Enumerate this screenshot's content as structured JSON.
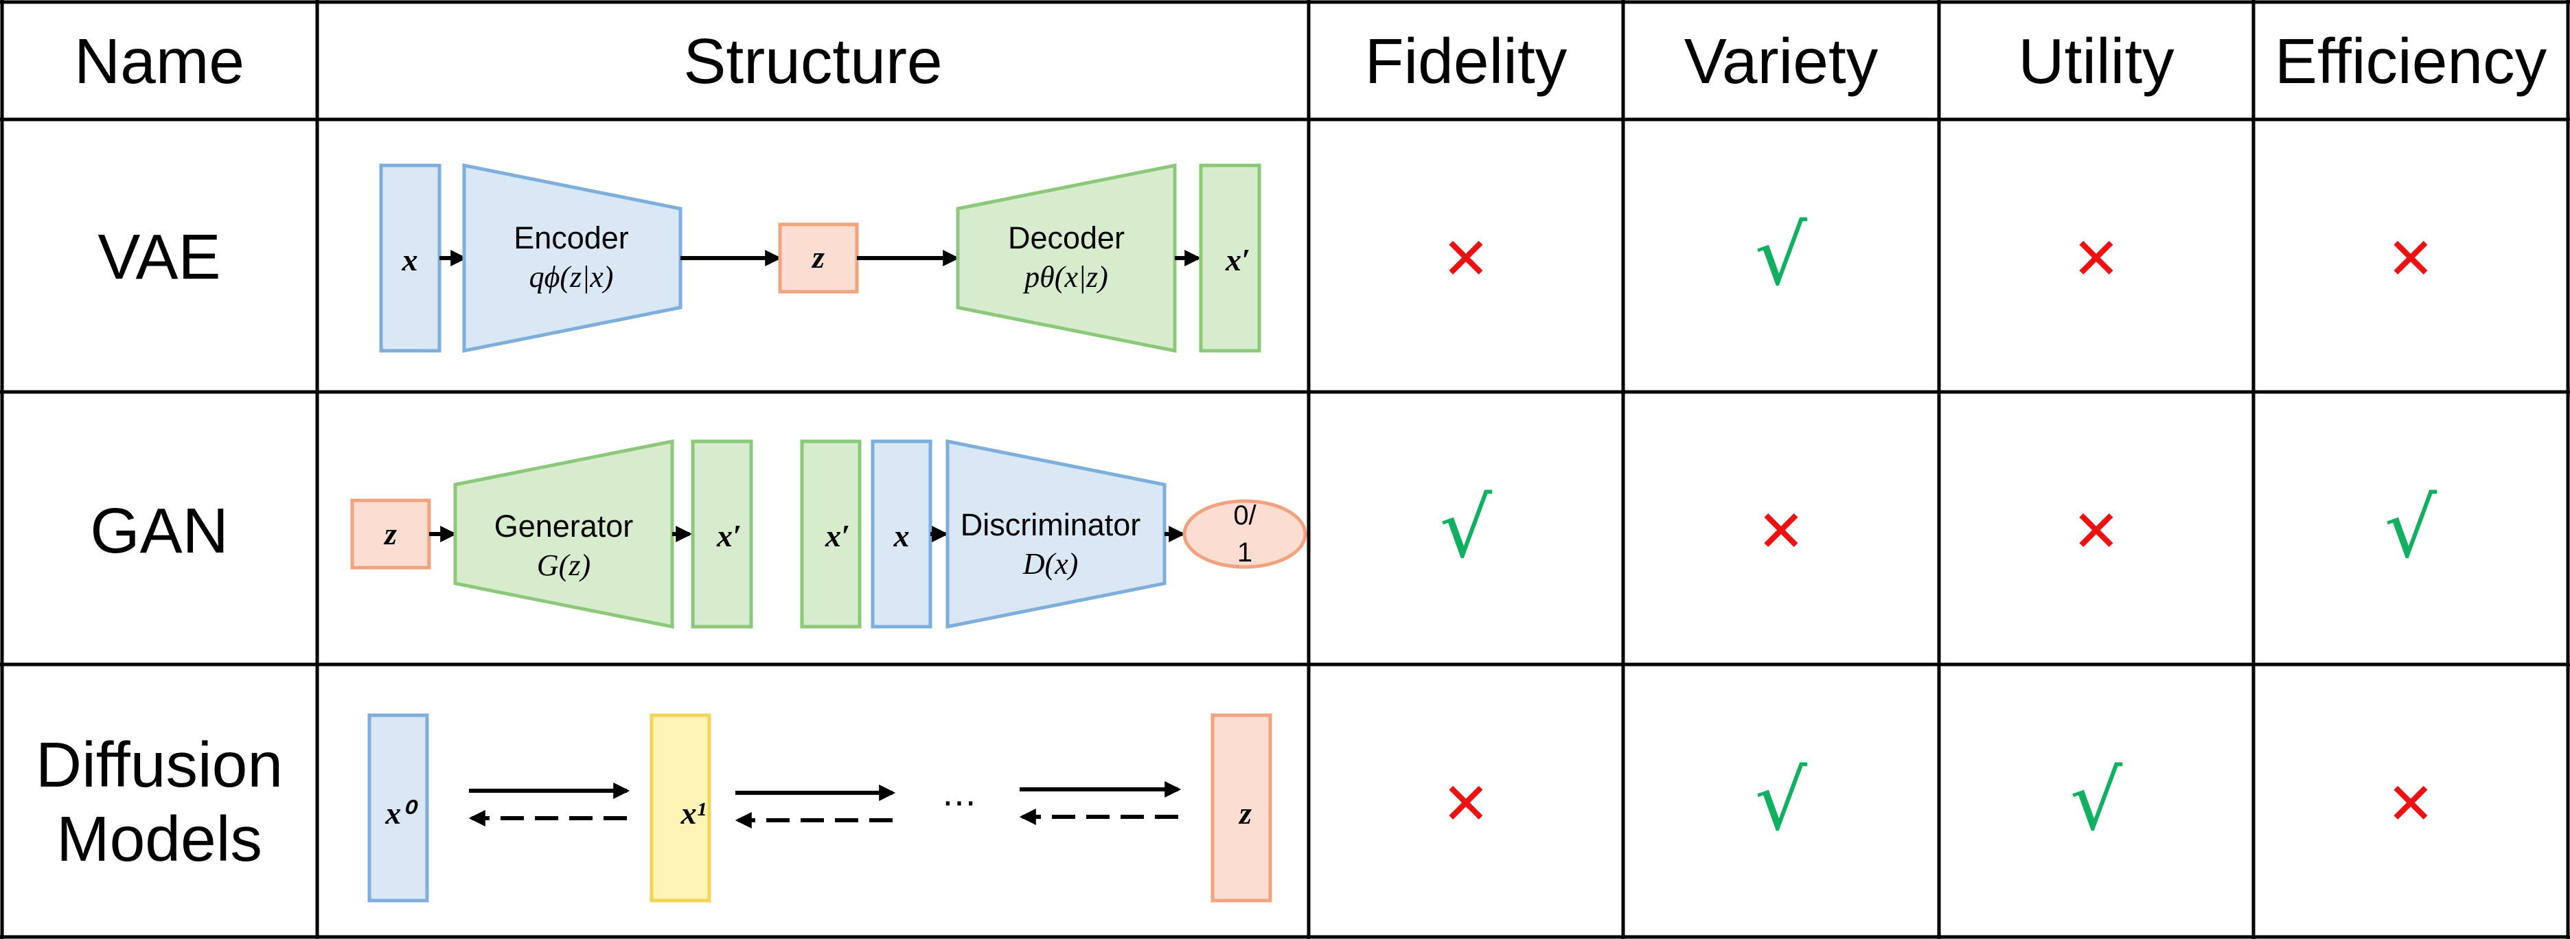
{
  "table": {
    "headers": [
      "Name",
      "Structure",
      "Fidelity",
      "Variety",
      "Utility",
      "Efficiency"
    ],
    "rows": [
      {
        "name": [
          "VAE"
        ],
        "marks": [
          "✕",
          "√",
          "✕",
          "✕"
        ]
      },
      {
        "name": [
          "GAN"
        ],
        "marks": [
          "√",
          "✕",
          "✕",
          "√"
        ]
      },
      {
        "name": [
          "Diffusion",
          "Models"
        ],
        "marks": [
          "✕",
          "√",
          "√",
          "✕"
        ]
      }
    ]
  },
  "vae": {
    "input": "x",
    "encoder_label": "Encoder",
    "encoder_formula": "qϕ(z|x)",
    "latent": "z",
    "decoder_label": "Decoder",
    "decoder_formula": "pθ(x|z)",
    "output": "x′"
  },
  "gan": {
    "noise": "z",
    "generator_label": "Generator",
    "generator_formula": "G(z)",
    "fake": "x′",
    "fake_in": "x′",
    "real": "x",
    "discriminator_label": "Discriminator",
    "discriminator_formula": "D(x)",
    "output_line1": "0/",
    "output_line2": "1"
  },
  "diffusion": {
    "x0": "x⁰",
    "x1": "x¹",
    "ellipsis": "⋯",
    "z": "z"
  },
  "colors": {
    "blue_fill": "#dae8f6",
    "blue_stroke": "#7eaedb",
    "green_fill": "#d7eccc",
    "green_stroke": "#8cc87a",
    "orange_fill": "#fbddd2",
    "orange_stroke": "#f0a37e",
    "yellow_fill": "#fff3b5",
    "yellow_stroke": "#f4d255",
    "cross": "#ee1111",
    "check": "#10b060"
  }
}
